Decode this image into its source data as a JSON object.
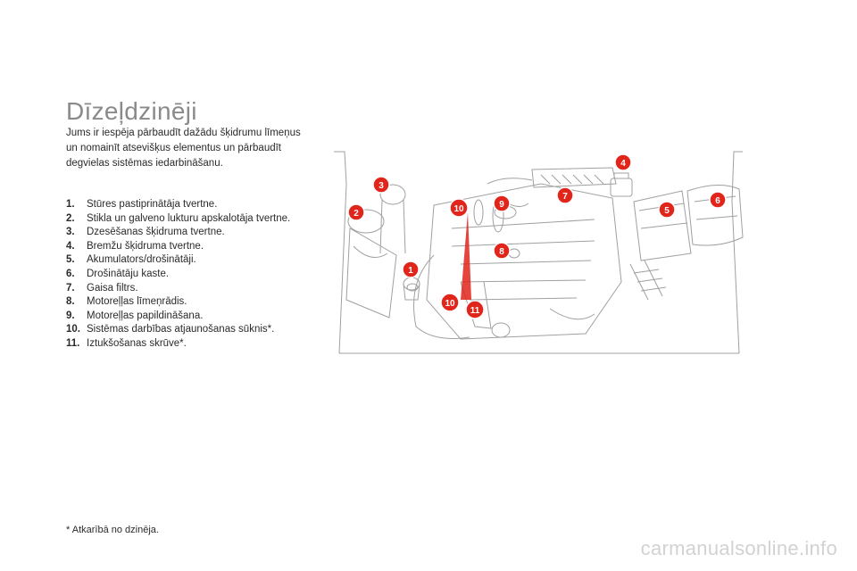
{
  "title": "Dīzeļdzinēji",
  "intro": "Jums ir iespēja pārbaudīt dažādu šķidrumu līmeņus un nomainīt atsevišķus elementus un pārbaudīt degvielas sistēmas iedarbināšanu.",
  "items": [
    {
      "num": "1.",
      "text": "Stūres pastiprinātāja tvertne."
    },
    {
      "num": "2.",
      "text": "Stikla un galveno lukturu apskalotāja tvertne."
    },
    {
      "num": "3.",
      "text": "Dzesēšanas šķidruma tvertne."
    },
    {
      "num": "4.",
      "text": "Bremžu šķidruma tvertne."
    },
    {
      "num": "5.",
      "text": "Akumulators/drošinātāji."
    },
    {
      "num": "6.",
      "text": "Drošinātāju kaste."
    },
    {
      "num": "7.",
      "text": "Gaisa filtrs."
    },
    {
      "num": "8.",
      "text": "Motoreļļas līmeņrādis."
    },
    {
      "num": "9.",
      "text": "Motoreļļas papildināšana."
    },
    {
      "num": "10.",
      "text": "Sistēmas darbības atjaunošanas sūknis*."
    },
    {
      "num": "11.",
      "text": "Iztukšošanas skrūve*."
    }
  ],
  "footnote": "* Atkarībā no dzinēja.",
  "diagram_badges": [
    "1",
    "2",
    "3",
    "4",
    "5",
    "6",
    "7",
    "8",
    "9",
    "10",
    "10",
    "11"
  ],
  "watermark": "carmanualsonline.info",
  "colors": {
    "badge": "#e1251b",
    "title": "#8a8a8a",
    "line_art": "#9a9a9a"
  }
}
